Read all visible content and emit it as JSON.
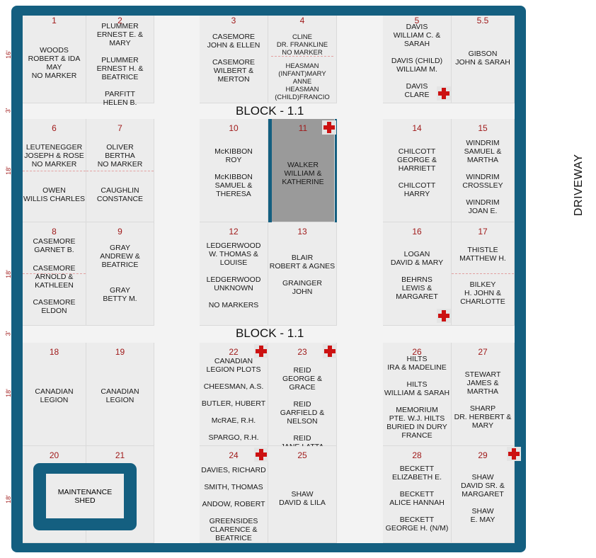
{
  "block_label": "BLOCK - 1.1",
  "driveway": "DRIVEWAY",
  "side_labels": [
    "16'",
    "3'",
    "18'",
    "18'",
    "3'",
    "18'",
    "18'"
  ],
  "shed": {
    "label": "MAINTENANCE\nSHED"
  },
  "lots": {
    "l1": {
      "num": "1",
      "names": "WOODS\nROBERT & IDA MAY\nNO MARKER"
    },
    "l2": {
      "num": "2",
      "names": "PLUMMER\nERNEST E. & MARY\n\nPLUMMER\nERNEST H. &\nBEATRICE\n\nPARFITT\nHELEN B."
    },
    "l3": {
      "num": "3",
      "names": "CASEMORE\nJOHN & ELLEN\n\nCASEMORE\nWILBERT &\nMERTON"
    },
    "l4": {
      "num": "4",
      "names_a": "CLINE\nDR. FRANKLINE\nNO MARKER",
      "names_b": "HEASMAN\n(INFANT)MARY ANNE\nHEASMAN\n(CHILD)FRANCIO"
    },
    "l5": {
      "num": "5",
      "names": "DAVIS\nWILLIAM C. &\nSARAH\n\nDAVIS (CHILD)\nWILLIAM M.\n\nDAVIS\nCLARE"
    },
    "l55": {
      "num": "5.5",
      "names": "GIBSON\nJOHN & SARAH"
    },
    "l6": {
      "num": "6",
      "names_a": "LEUTENEGGER\nJOSEPH & ROSE\nNO MARKER",
      "names_b": "OWEN\nWILLIS CHARLES"
    },
    "l7": {
      "num": "7",
      "names_a": "OLIVER\nBERTHA\nNO MARKER",
      "names_b": "CAUGHLIN\nCONSTANCE"
    },
    "l10": {
      "num": "10",
      "names": "McKIBBON\nROY\n\nMcKIBBON\nSAMUEL &\nTHERESA"
    },
    "l11": {
      "num": "11",
      "names": "WALKER\nWILLIAM &\nKATHERINE"
    },
    "l14": {
      "num": "14",
      "names": "CHILCOTT\nGEORGE &\nHARRIETT\n\nCHILCOTT\nHARRY"
    },
    "l15": {
      "num": "15",
      "names": "WINDRIM\nSAMUEL & MARTHA\n\nWINDRIM\nCROSSLEY\n\nWINDRIM\nJOAN E."
    },
    "l8": {
      "num": "8",
      "names_a": "CASEMORE\nGARNET B.",
      "names_b": "CASEMORE\nARNOLD &\nKATHLEEN\n\nCASEMORE\nELDON"
    },
    "l9": {
      "num": "9",
      "names": "GRAY\nANDREW &\nBEATRICE\n\n\nGRAY\nBETTY M."
    },
    "l12": {
      "num": "12",
      "names": "LEDGERWOOD\nW. THOMAS &\nLOUISE\n\nLEDGERWOOD\nUNKNOWN\n\nNO MARKERS"
    },
    "l13": {
      "num": "13",
      "names": "BLAIR\nROBERT & AGNES\n\nGRAINGER\nJOHN"
    },
    "l16": {
      "num": "16",
      "names": "LOGAN\nDAVID & MARY\n\nBEHRNS\nLEWIS &\nMARGARET"
    },
    "l17": {
      "num": "17",
      "names_a": "THISTLE\nMATTHEW H.",
      "names_b": "BILKEY\nH. JOHN &\nCHARLOTTE"
    },
    "l18": {
      "num": "18",
      "names": "CANADIAN\nLEGION"
    },
    "l19": {
      "num": "19",
      "names": "CANADIAN\nLEGION"
    },
    "l22": {
      "num": "22",
      "names": "CANADIAN\nLEGION PLOTS\n\nCHEESMAN, A.S.\n\nBUTLER, HUBERT\n\nMcRAE, R.H.\n\nSPARGO, R.H."
    },
    "l23": {
      "num": "23",
      "names": "REID\nGEORGE & GRACE\n\nREID\nGARFIELD &\nNELSON\n\nREID\nJANE LATTA"
    },
    "l26": {
      "num": "26",
      "names": "HILTS\nIRA & MADELINE\n\nHILTS\nWILLIAM & SARAH\n\nMEMORIUM\nPTE. W.J. HILTS\nBURIED IN DURY\nFRANCE"
    },
    "l27": {
      "num": "27",
      "names": "STEWART\nJAMES & MARTHA\n\nSHARP\nDR. HERBERT &\nMARY"
    },
    "l20": {
      "num": "20"
    },
    "l21": {
      "num": "21"
    },
    "l24": {
      "num": "24",
      "names": "DAVIES, RICHARD\n\nSMITH, THOMAS\n\nANDOW, ROBERT\n\nGREENSIDES\nCLARENCE &\nBEATRICE"
    },
    "l25": {
      "num": "25",
      "names": "SHAW\nDAVID & LILA"
    },
    "l28": {
      "num": "28",
      "names": "BECKETT\nELIZABETH E.\n\nBECKETT\nALICE HANNAH\n\nBECKETT\nGEORGE H. (N/M)"
    },
    "l29": {
      "num": "29",
      "names": "SHAW\nDAVID SR. &\nMARGARET\n\nSHAW\nE. MAY"
    }
  },
  "colors": {
    "frame": "#145f80",
    "lot": "#ececec",
    "lot_number": "#a01a1a",
    "cross": "#cc1111",
    "reserved_lot": "#9a9a9a"
  }
}
